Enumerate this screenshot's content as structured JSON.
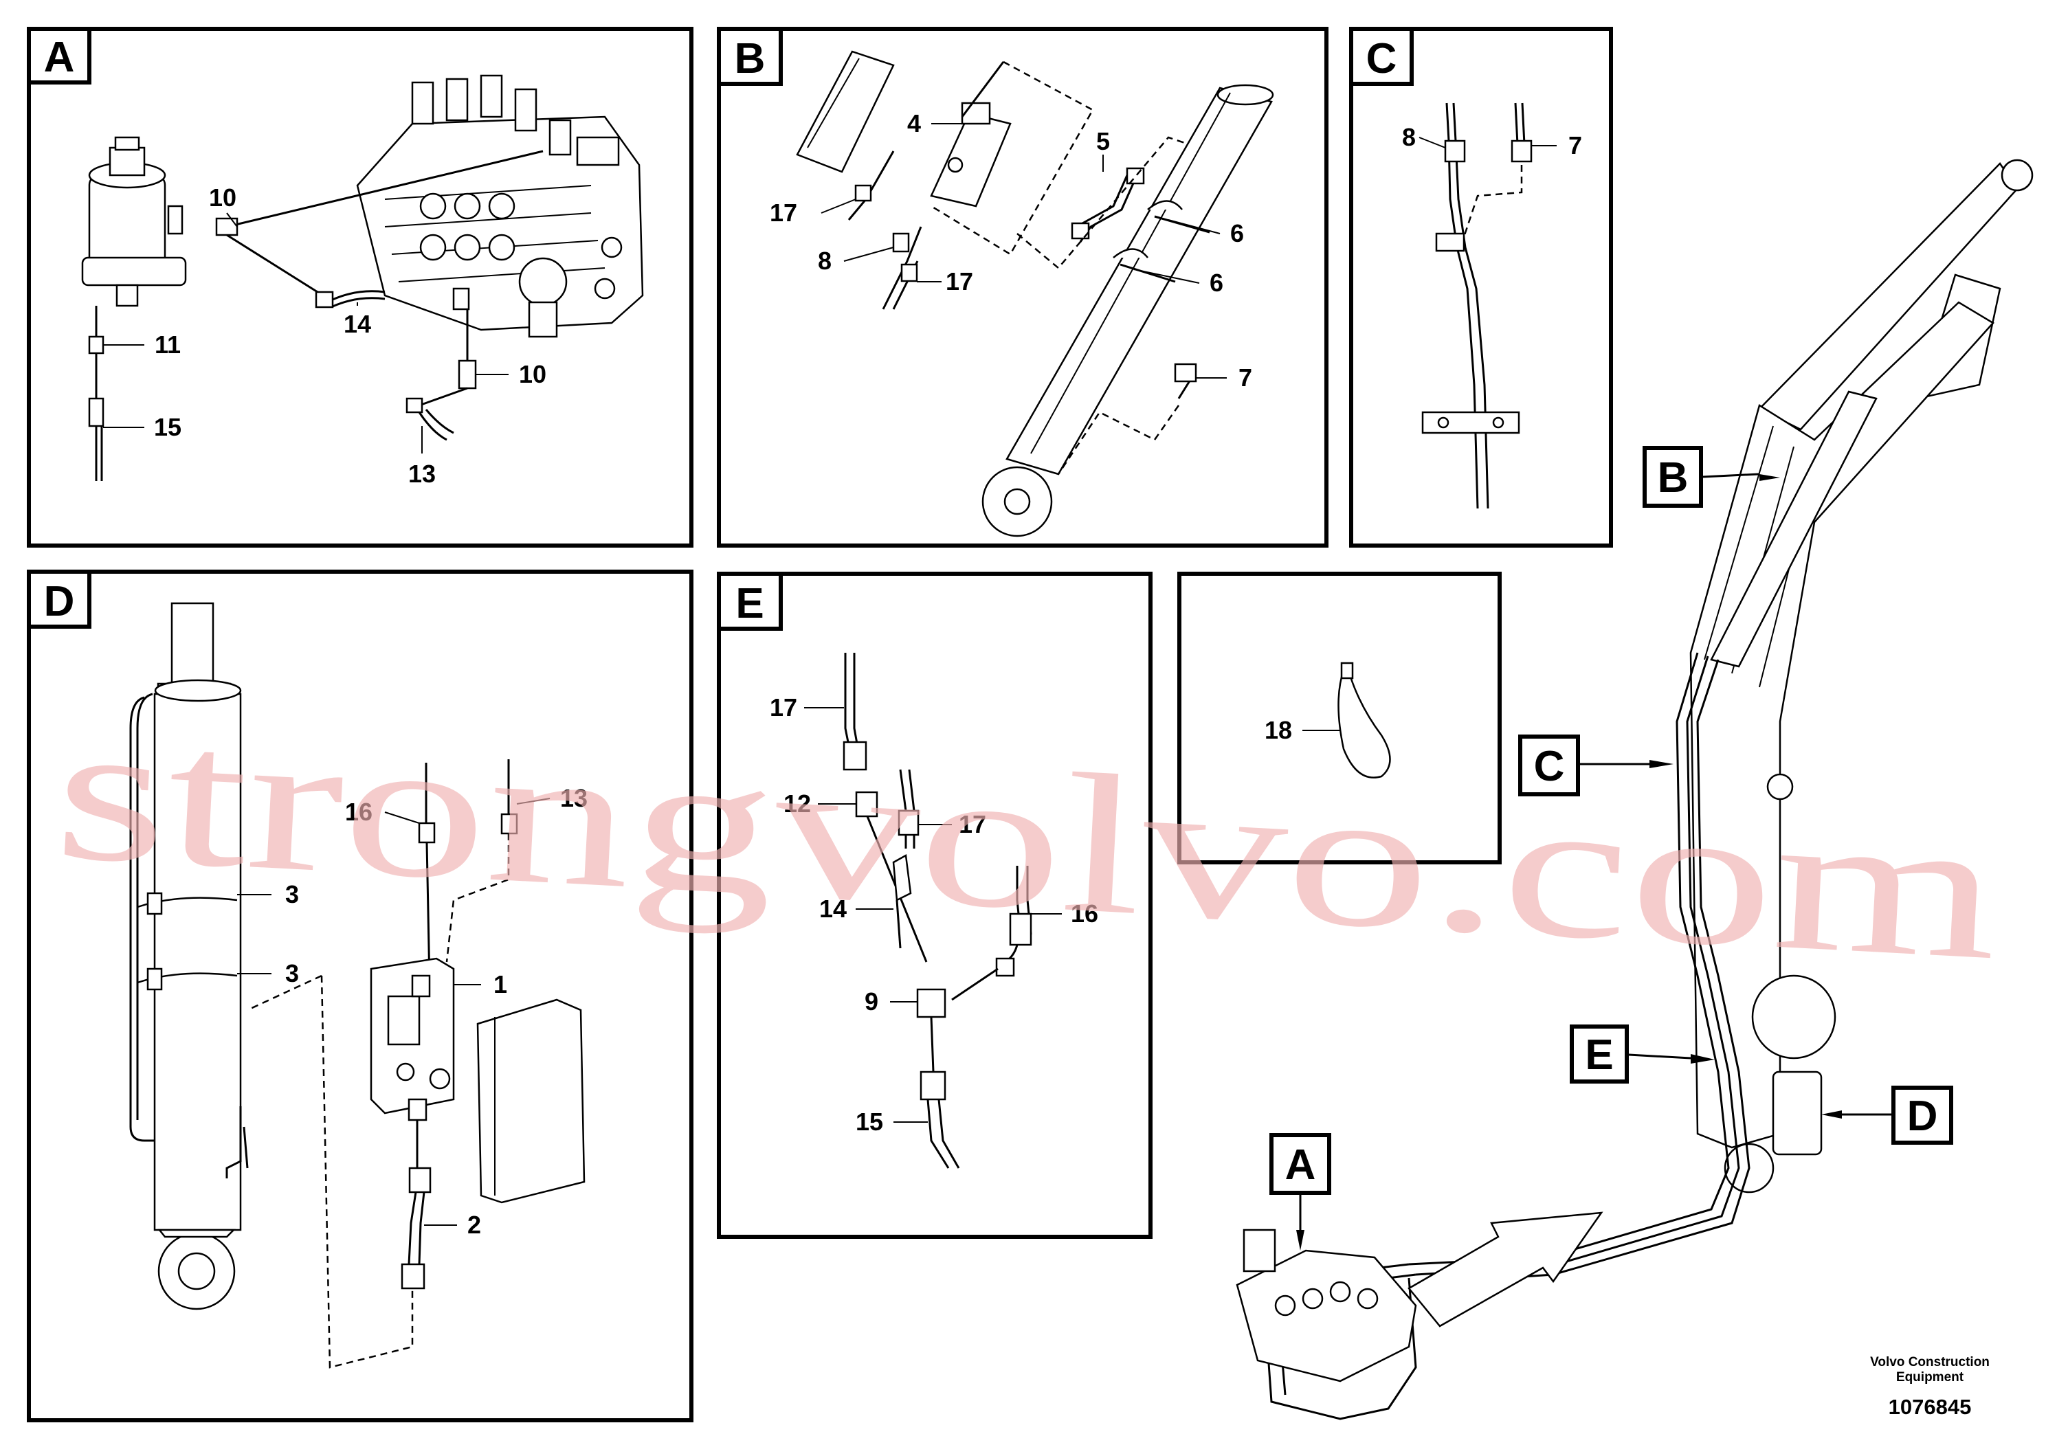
{
  "panels": [
    {
      "id": "A",
      "tag": "A"
    },
    {
      "id": "B",
      "tag": "B"
    },
    {
      "id": "C",
      "tag": "C"
    },
    {
      "id": "D",
      "tag": "D"
    },
    {
      "id": "E",
      "tag": "E"
    }
  ],
  "labels": {
    "a10a": "10",
    "a10b": "10",
    "a11": "11",
    "a13": "13",
    "a14": "14",
    "a15": "15",
    "b4": "4",
    "b5": "5",
    "b6a": "6",
    "b6b": "6",
    "b7": "7",
    "b8": "8",
    "b17a": "17",
    "b17b": "17",
    "c7": "7",
    "c8": "8",
    "d1": "1",
    "d2": "2",
    "d3a": "3",
    "d3b": "3",
    "d13": "13",
    "d16": "16",
    "e9": "9",
    "e12": "12",
    "e14": "14",
    "e15": "15",
    "e16": "16",
    "e17a": "17",
    "e17b": "17",
    "f18": "18"
  },
  "overview_tags": {
    "A": "A",
    "B": "B",
    "C": "C",
    "D": "D",
    "E": "E"
  },
  "footer": {
    "company_line1": "Volvo Construction",
    "company_line2": "Equipment",
    "doc_number": "1076845"
  },
  "watermark": "strongvolvo.com"
}
